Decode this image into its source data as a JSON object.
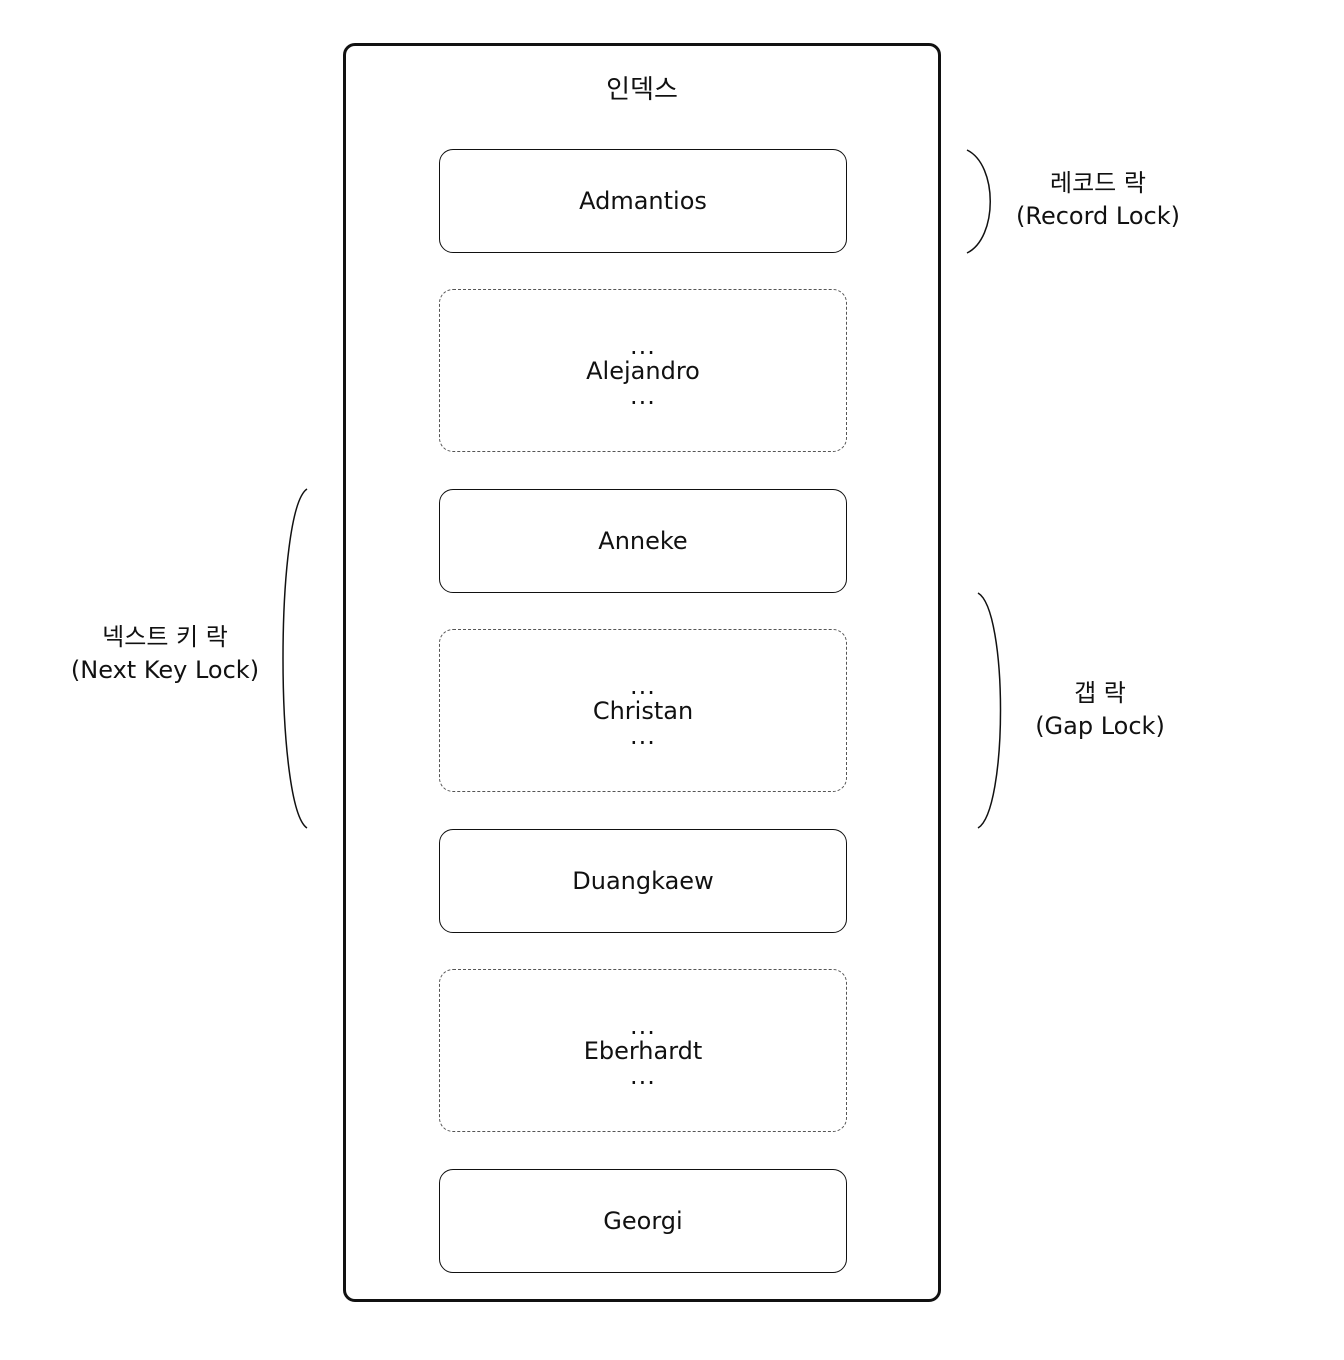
{
  "index": {
    "title": "인덱스",
    "records": [
      {
        "name": "Admantios",
        "kind": "record"
      },
      {
        "name": "Alejandro",
        "kind": "gap",
        "dots": "..."
      },
      {
        "name": "Anneke",
        "kind": "record"
      },
      {
        "name": "Christan",
        "kind": "gap",
        "dots": "..."
      },
      {
        "name": "Duangkaew",
        "kind": "record"
      },
      {
        "name": "Eberhardt",
        "kind": "gap",
        "dots": "..."
      },
      {
        "name": "Georgi",
        "kind": "record"
      }
    ]
  },
  "locks": {
    "record_lock": {
      "line1": "레코드 락",
      "line2": "(Record Lock)"
    },
    "gap_lock": {
      "line1": "갭 락",
      "line2": "(Gap Lock)"
    },
    "next_key_lock": {
      "line1": "넥스트 키 락",
      "line2": "(Next Key Lock)"
    }
  }
}
